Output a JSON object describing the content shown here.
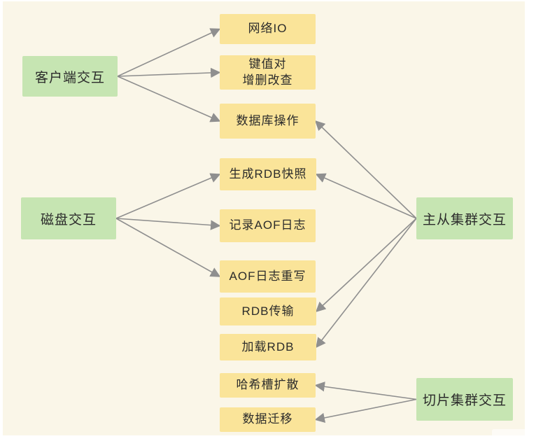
{
  "colors": {
    "background": "#faf6e8",
    "node_green": "#c6e5b2",
    "node_yellow": "#fae499",
    "arrow": "#8f8f8f",
    "text": "#2b2b2b"
  },
  "diagram": {
    "nodes": {
      "client": {
        "label": "客户端交互",
        "type": "green"
      },
      "disk": {
        "label": "磁盘交互",
        "type": "green"
      },
      "master-slave": {
        "label": "主从集群交互",
        "type": "green"
      },
      "sharded": {
        "label": "切片集群交互",
        "type": "green"
      },
      "network-io": {
        "label": "网络IO",
        "type": "yellow"
      },
      "kv-crud": {
        "label": "键值对\n增删改查",
        "type": "yellow"
      },
      "db-ops": {
        "label": "数据库操作",
        "type": "yellow"
      },
      "gen-rdb": {
        "label": "生成RDB快照",
        "type": "yellow"
      },
      "record-aof": {
        "label": "记录AOF日志",
        "type": "yellow"
      },
      "aof-rewrite": {
        "label": "AOF日志重写",
        "type": "yellow"
      },
      "rdb-transfer": {
        "label": "RDB传输",
        "type": "yellow"
      },
      "load-rdb": {
        "label": "加载RDB",
        "type": "yellow"
      },
      "hash-slot": {
        "label": "哈希槽扩散",
        "type": "yellow"
      },
      "data-migration": {
        "label": "数据迁移",
        "type": "yellow"
      }
    },
    "edges": [
      {
        "from": "client",
        "to": "network-io"
      },
      {
        "from": "client",
        "to": "kv-crud"
      },
      {
        "from": "client",
        "to": "db-ops"
      },
      {
        "from": "disk",
        "to": "gen-rdb"
      },
      {
        "from": "disk",
        "to": "record-aof"
      },
      {
        "from": "disk",
        "to": "aof-rewrite"
      },
      {
        "from": "master-slave",
        "to": "db-ops"
      },
      {
        "from": "master-slave",
        "to": "gen-rdb"
      },
      {
        "from": "master-slave",
        "to": "rdb-transfer"
      },
      {
        "from": "master-slave",
        "to": "load-rdb"
      },
      {
        "from": "sharded",
        "to": "hash-slot"
      },
      {
        "from": "sharded",
        "to": "data-migration"
      }
    ]
  }
}
